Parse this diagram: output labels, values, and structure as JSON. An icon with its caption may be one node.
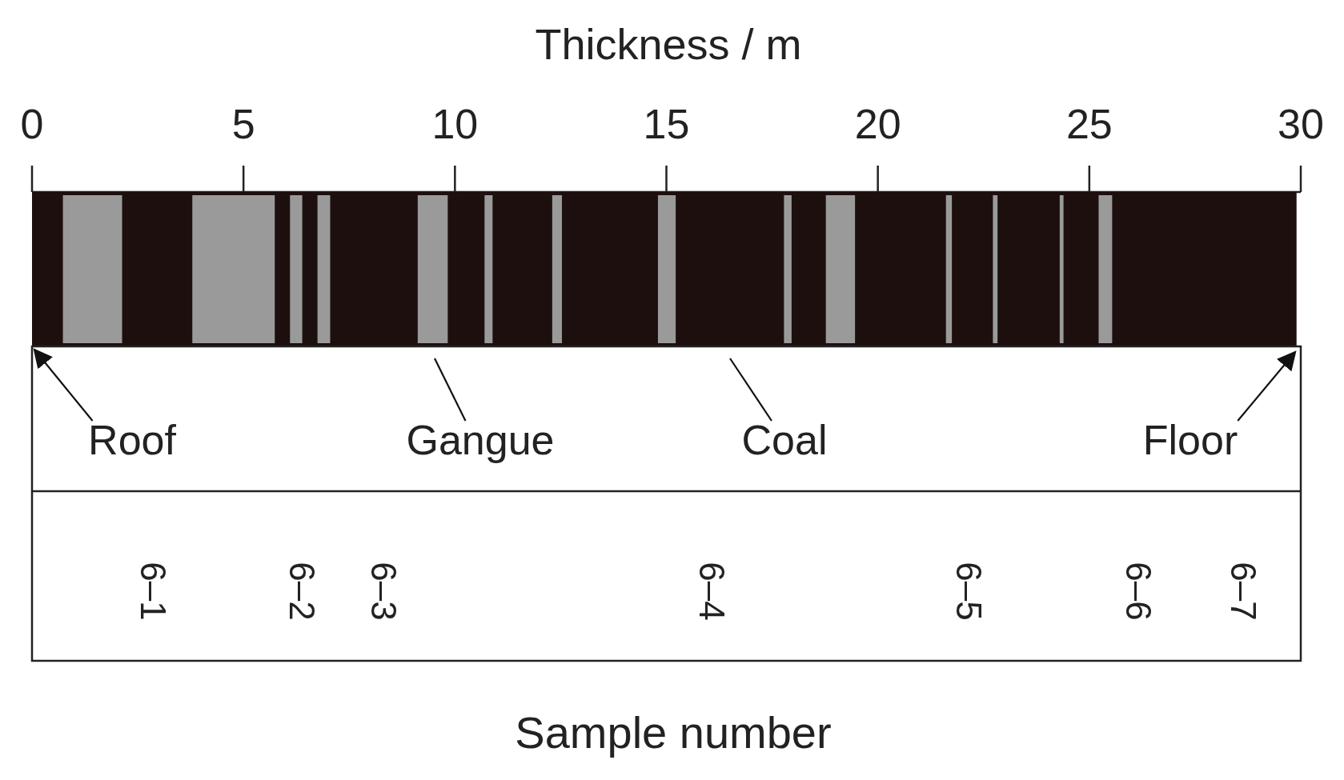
{
  "diagram": {
    "nodes": [
      {
        "text": [
          "Roof"
        ]
      },
      {
        "text": [
          "Gangue"
        ]
      },
      {
        "text": [
          "Coal"
        ]
      },
      {
        "text": [
          "Floor"
        ]
      }
    ],
    "edges": [
      {
        "from": 0,
        "to": null,
        "arrow": "to"
      },
      {
        "from": 1,
        "to": null,
        "arrow": "none"
      },
      {
        "from": 2,
        "to": null,
        "arrow": "none"
      },
      {
        "from": 3,
        "to": null,
        "arrow": "to"
      }
    ],
    "labels": [
      "Thickness / m",
      "0",
      "5",
      "10",
      "15",
      "20",
      "25",
      "30",
      "6–1",
      "6–2",
      "6–3",
      "6–4",
      "6–5",
      "6–6",
      "6–7",
      "Sample number"
    ]
  }
}
